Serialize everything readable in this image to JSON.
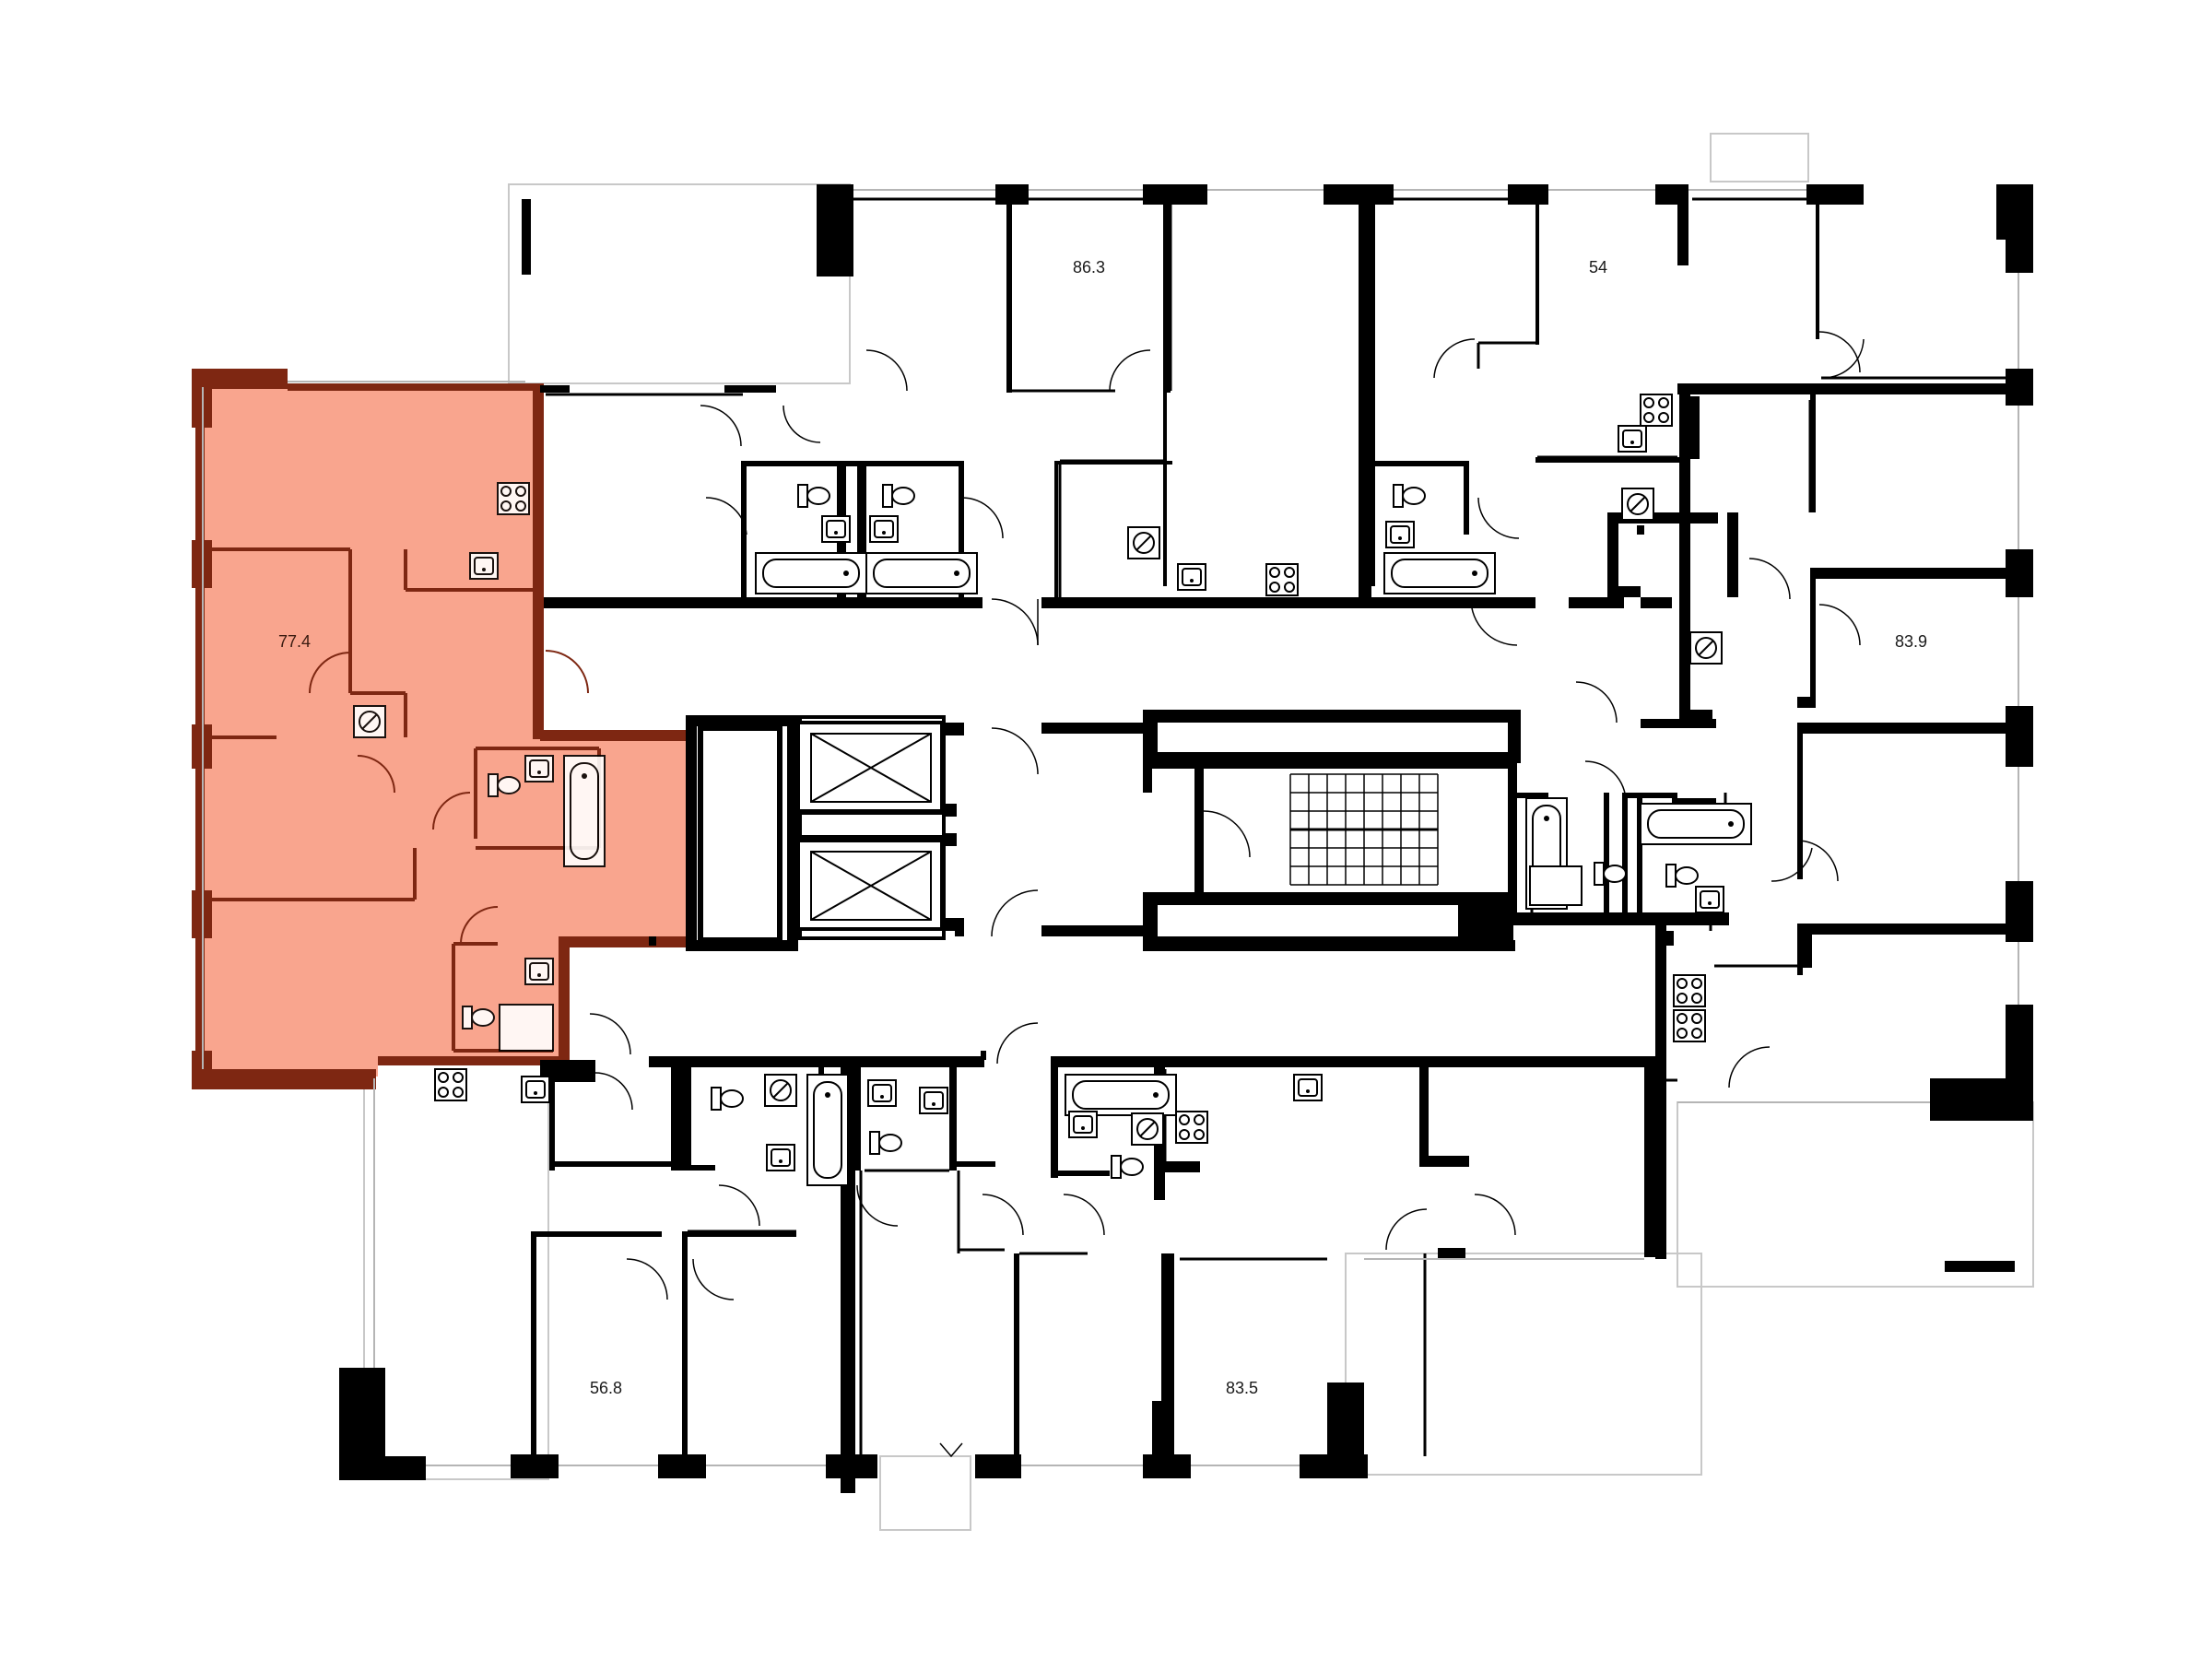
{
  "floorplan": {
    "highlight_color": "#f9a58e",
    "highlight_wall_color": "#7e2712",
    "wall_color": "#000000",
    "selected_unit": {
      "area": "77.4"
    },
    "units": [
      {
        "id": "unit-north-left",
        "area": "86.3"
      },
      {
        "id": "unit-north-right",
        "area": "54"
      },
      {
        "id": "unit-east",
        "area": "83.9"
      },
      {
        "id": "unit-south-left",
        "area": "56.8"
      },
      {
        "id": "unit-south-right",
        "area": "83.5"
      }
    ]
  }
}
